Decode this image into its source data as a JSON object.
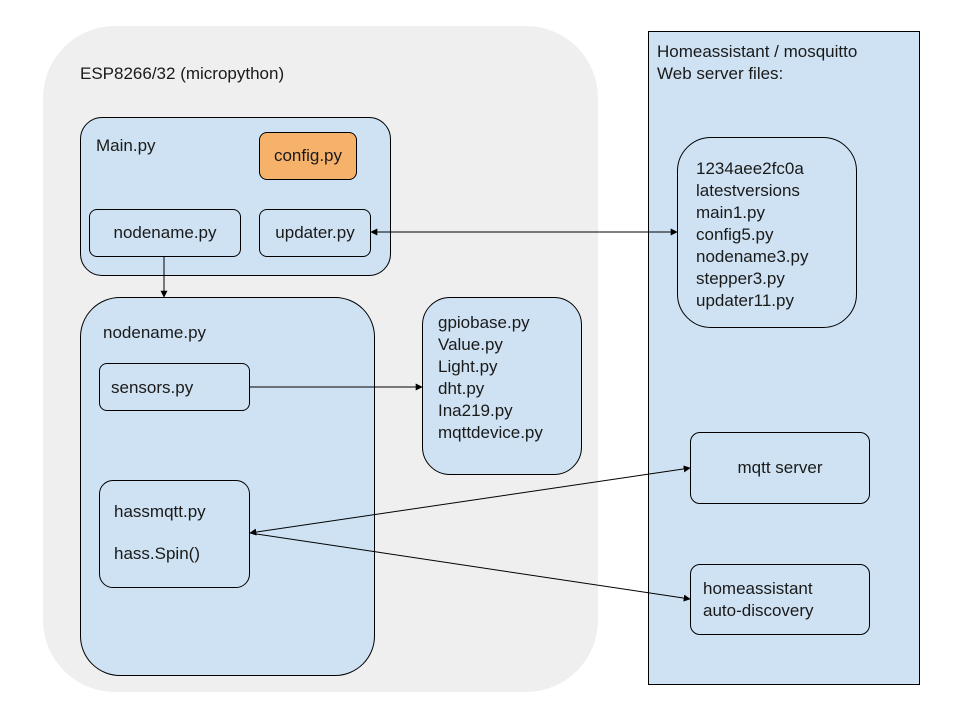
{
  "esp_region": {
    "title": "ESP8266/32 (micropython)"
  },
  "ha_region": {
    "title_line1": "Homeassistant / mosquitto",
    "title_line2": "Web server files:"
  },
  "main_box": {
    "title": "Main.py",
    "config": "config.py",
    "nodename": "nodename.py",
    "updater": "updater.py"
  },
  "nodename_box": {
    "title": "nodename.py",
    "sensors": "sensors.py",
    "hassmqtt": "hassmqtt.py",
    "hass_spin": "hass.Spin()"
  },
  "modules_list": [
    "gpiobase.py",
    "Value.py",
    "Light.py",
    "dht.py",
    "Ina219.py",
    "mqttdevice.py"
  ],
  "server_files": [
    "1234aee2fc0a",
    "latestversions",
    "main1.py",
    "config5.py",
    "nodename3.py",
    "stepper3.py",
    "updater11.py"
  ],
  "mqtt_server": "mqtt server",
  "ha_discovery": {
    "line1": "homeassistant",
    "line2": "auto-discovery"
  },
  "colors": {
    "box_fill": "#cfe2f3",
    "esp_bg": "#efefef",
    "config_fill": "#f6b26b",
    "stroke": "#000000"
  }
}
